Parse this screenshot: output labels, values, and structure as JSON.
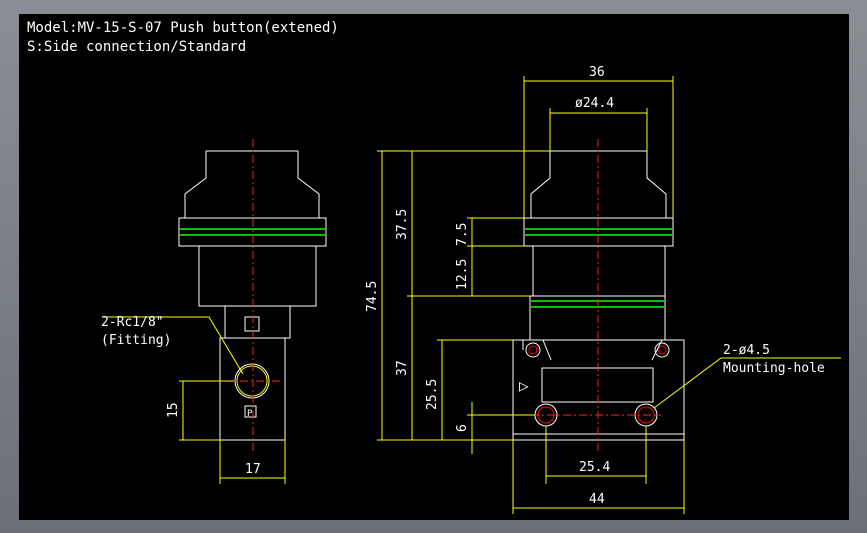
{
  "title": {
    "line1": "Model:MV-15-S-07 Push button(extened)",
    "line2": "S:Side connection/Standard"
  },
  "left_view": {
    "port_label": "2-Rc1/8\"",
    "port_sub": "(Fitting)",
    "port_mark": "P",
    "dim_height": "15",
    "dim_width": "17"
  },
  "right_view": {
    "dim_width_top": "36",
    "dim_button_dia": "ø24.4",
    "dim_total_height": "74.5",
    "dim_upper": "37.5",
    "dim_lower": "37",
    "dim_cap": "7.5",
    "dim_ring": "12.5",
    "dim_base": "25.5",
    "dim_hole_offset": "6",
    "dim_hole_pitch": "25.4",
    "dim_base_width": "44",
    "hole_label": "2-ø4.5",
    "hole_sub": "Mounting-hole",
    "arrow_mark": "▷"
  },
  "colors": {
    "background": "#000000",
    "dimension": "#ffff00",
    "outline": "#ffffff",
    "centerline": "#ff0000",
    "accent": "#00c000"
  }
}
